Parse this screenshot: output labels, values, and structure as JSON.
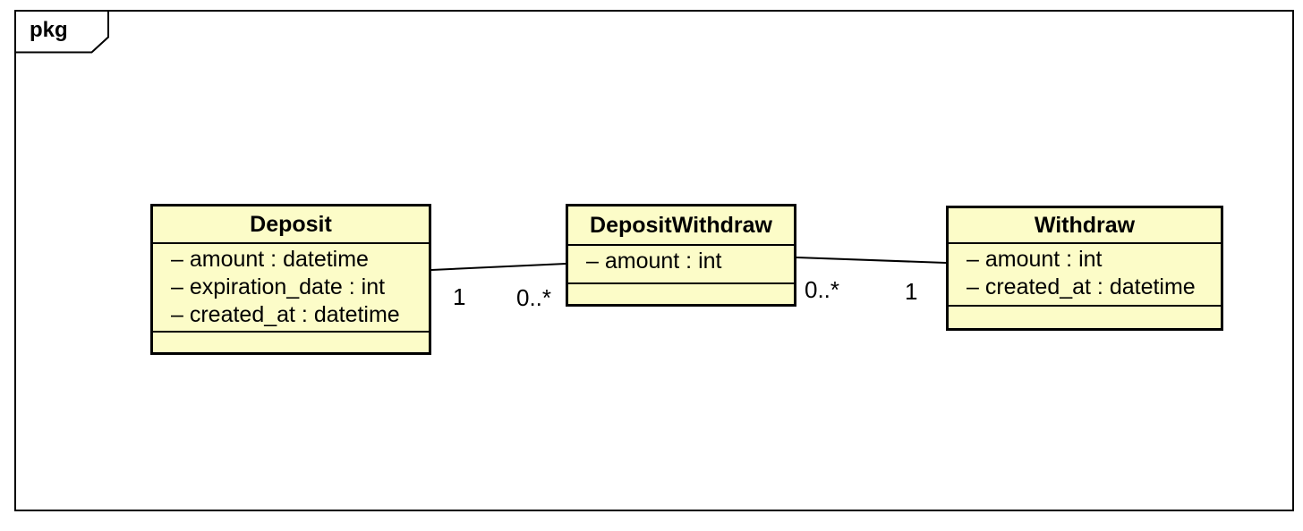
{
  "diagram": {
    "kind": "uml-class-diagram",
    "frame_tag": "pkg"
  },
  "classes": [
    {
      "name": "Deposit",
      "attributes": [
        "– amount : datetime",
        "– expiration_date : int",
        "– created_at : datetime"
      ],
      "operations": []
    },
    {
      "name": "DepositWithdraw",
      "attributes": [
        "– amount : int"
      ],
      "operations": []
    },
    {
      "name": "Withdraw",
      "attributes": [
        "– amount : int",
        "– created_at : datetime"
      ],
      "operations": []
    }
  ],
  "associations": [
    {
      "from": "Deposit",
      "to": "DepositWithdraw",
      "from_multiplicity": "1",
      "to_multiplicity": "0..*"
    },
    {
      "from": "DepositWithdraw",
      "to": "Withdraw",
      "from_multiplicity": "0..*",
      "to_multiplicity": "1"
    }
  ],
  "colors": {
    "class_fill": "#FCFCC8",
    "line": "#000000",
    "background": "#FFFFFF"
  }
}
